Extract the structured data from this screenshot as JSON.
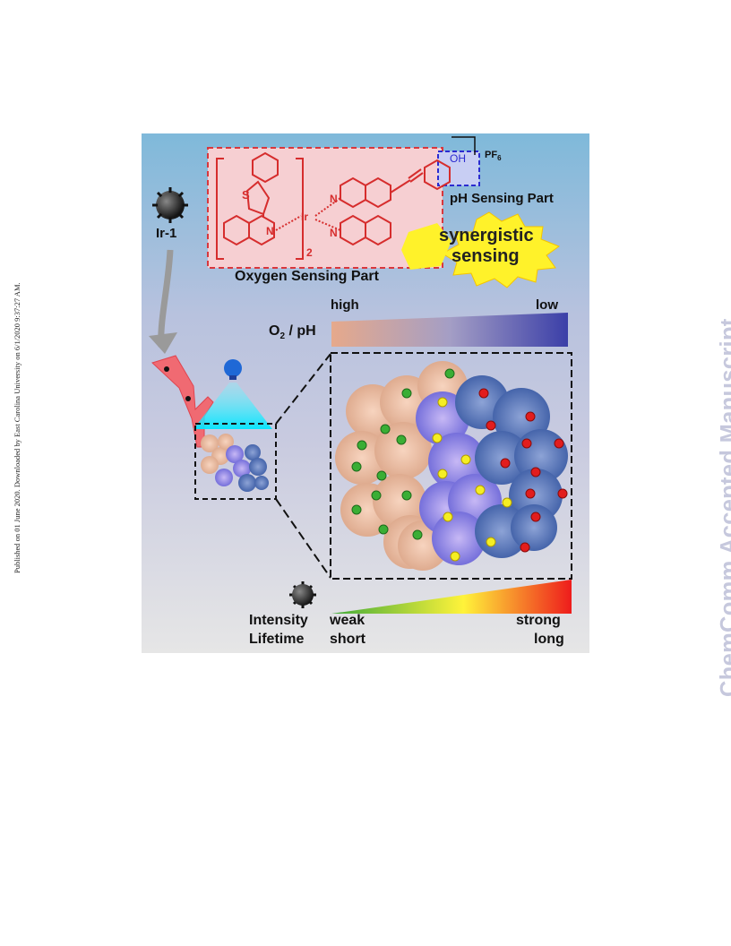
{
  "side_note": "Published on 01 June 2020. Downloaded by East Carolina University on 6/1/2020 9:37:27 AM.",
  "watermark": "ChemComm Accepted Manuscript",
  "figure": {
    "molecule_label": "Ir-1",
    "oh_label": "OH",
    "pf6_label": "PF",
    "pf6_sub": "6",
    "subscript_2": "2",
    "s_atom": "S",
    "n_atom": "N",
    "ir_atom": "Ir",
    "ph_part": "pH Sensing Part",
    "synergy_line1": "synergistic",
    "synergy_line2": "sensing",
    "oxygen_part": "Oxygen Sensing Part",
    "o2_label_o": "O",
    "o2_label_sub": "2",
    "o2_label_rest": " / pH",
    "gradient_high": "high",
    "gradient_low": "low",
    "intensity_label": "Intensity",
    "lifetime_label": "Lifetime",
    "weak_label": "weak",
    "short_label": "short",
    "strong_label": "strong",
    "long_label": "long",
    "colors": {
      "oxygen_part_box": "#d8373d",
      "ph_part_box": "#2b2bd0",
      "burst": "#fff22a",
      "background_top": "#7fb9da",
      "background_bottom": "#e6e6e6"
    }
  }
}
